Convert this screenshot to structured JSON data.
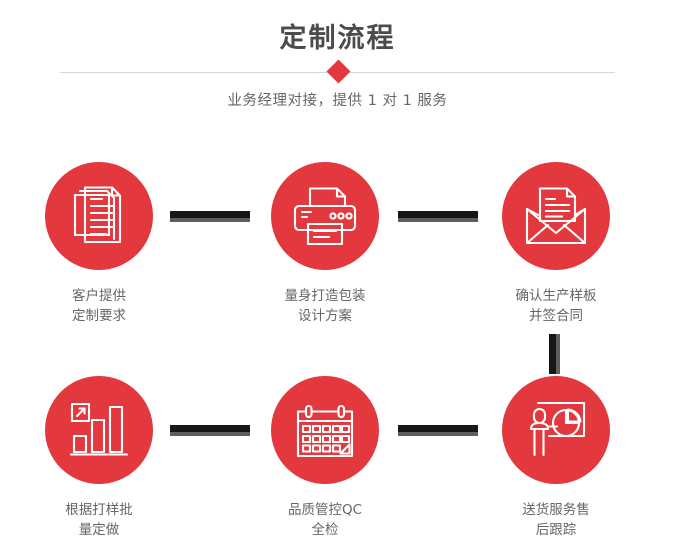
{
  "header": {
    "title": "定制流程",
    "subtitle": "业务经理对接，提供 1 对 1 服务",
    "divider_icon": "diamond-marker"
  },
  "theme": {
    "accent_red": "#e2383e",
    "title_gray": "#4b4b4b",
    "label_gray": "#666666",
    "connector_dark": "#171717",
    "connector_gray": "#5e5e5e",
    "divider_line": "#d8d8d8",
    "background": "#ffffff"
  },
  "steps": [
    {
      "index": 1,
      "icon": "documents-stack-icon",
      "label": "客户提供\n定制要求"
    },
    {
      "index": 2,
      "icon": "printer-icon",
      "label": "量身打造包装\n设计方案"
    },
    {
      "index": 3,
      "icon": "envelope-document-icon",
      "label": "确认生产样板\n并签合同"
    },
    {
      "index": 4,
      "icon": "bar-chart-growth-icon",
      "label": "根据打样批\n量定做"
    },
    {
      "index": 5,
      "icon": "calendar-check-icon",
      "label": "品质管控QC\n全检"
    },
    {
      "index": 6,
      "icon": "presenter-pie-chart-icon",
      "label": "送货服务售\n后跟踪"
    }
  ],
  "connectors": [
    {
      "name": "connector-step1-step2",
      "orientation": "horizontal"
    },
    {
      "name": "connector-step2-step3",
      "orientation": "horizontal"
    },
    {
      "name": "connector-step3-step4",
      "orientation": "vertical"
    },
    {
      "name": "connector-step4-step5",
      "orientation": "horizontal"
    },
    {
      "name": "connector-step5-step6",
      "orientation": "horizontal"
    }
  ]
}
